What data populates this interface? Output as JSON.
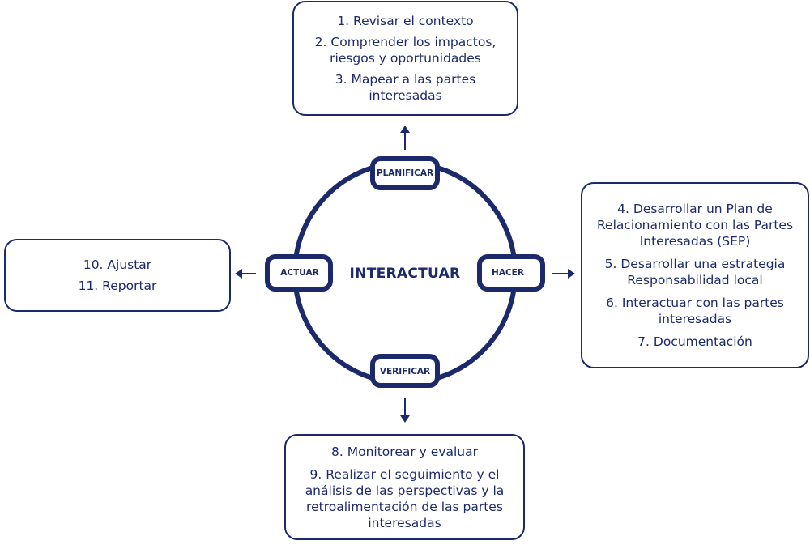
{
  "colors": {
    "primary": "#1c2a6b",
    "background": "#ffffff"
  },
  "center": {
    "label": "INTERACTUAR"
  },
  "stages": {
    "plan": {
      "label": "PLANIFICAR"
    },
    "do": {
      "label": "HACER"
    },
    "check": {
      "label": "VERIFICAR"
    },
    "act": {
      "label": "ACTUAR"
    }
  },
  "boxes": {
    "plan": {
      "items": [
        "1. Revisar el contexto",
        "2. Comprender los impactos, riesgos y oportunidades",
        "3. Mapear a las partes interesadas"
      ]
    },
    "do": {
      "items": [
        "4. Desarrollar un Plan de Relacionamiento con las Partes Interesadas (SEP)",
        "5. Desarrollar una estrategia Responsabilidad local",
        "6. Interactuar con las partes interesadas",
        "7. Documentación"
      ]
    },
    "check": {
      "items": [
        "8. Monitorear y evaluar",
        "9. Realizar el seguimiento y el análisis de las perspectivas y la retroalimentación de las partes interesadas"
      ]
    },
    "act": {
      "items": [
        "10. Ajustar",
        "11. Reportar"
      ]
    }
  },
  "arrows": {
    "plan": "arrow-up-icon",
    "do": "arrow-right-icon",
    "check": "arrow-down-icon",
    "act": "arrow-left-icon"
  }
}
